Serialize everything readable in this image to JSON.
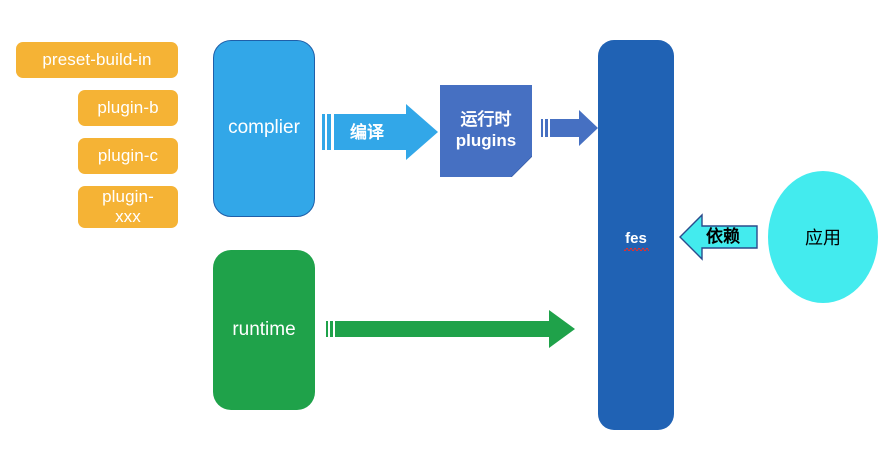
{
  "diagram": {
    "title": "fes architecture diagram",
    "colors": {
      "pill_yellow": "#F5B335",
      "complier_blue": "#32A7E8",
      "complier_border": "#1F5FA9",
      "runtime_green": "#1FA24A",
      "fes_blue": "#2062B4",
      "note_blue": "#4670C2",
      "note_fold": "#35579E",
      "plugin_arrow_blue": "#4670C2",
      "ellipse_cyan": "#43EBEE",
      "arrow_outline": "#2B4B8C",
      "spellcheck_red": "#E03030",
      "background": "#FFFFFF"
    },
    "plugins": [
      {
        "label": "preset-build-in"
      },
      {
        "label": "plugin-b"
      },
      {
        "label": "plugin-c"
      },
      {
        "label": "plugin-\nxxx"
      }
    ],
    "nodes": {
      "complier": {
        "label": "complier"
      },
      "runtime": {
        "label": "runtime"
      },
      "runtime_plugins": {
        "label": "运行时\nplugins"
      },
      "fes": {
        "label": "fes"
      },
      "application": {
        "label": "应用"
      }
    },
    "arrows": {
      "compile": {
        "label": "编译",
        "direction": "right"
      },
      "plugins_to_fes": {
        "label": "",
        "direction": "right"
      },
      "runtime_to_fes": {
        "label": "",
        "direction": "right"
      },
      "dependency": {
        "label": "依赖",
        "direction": "left"
      }
    }
  }
}
